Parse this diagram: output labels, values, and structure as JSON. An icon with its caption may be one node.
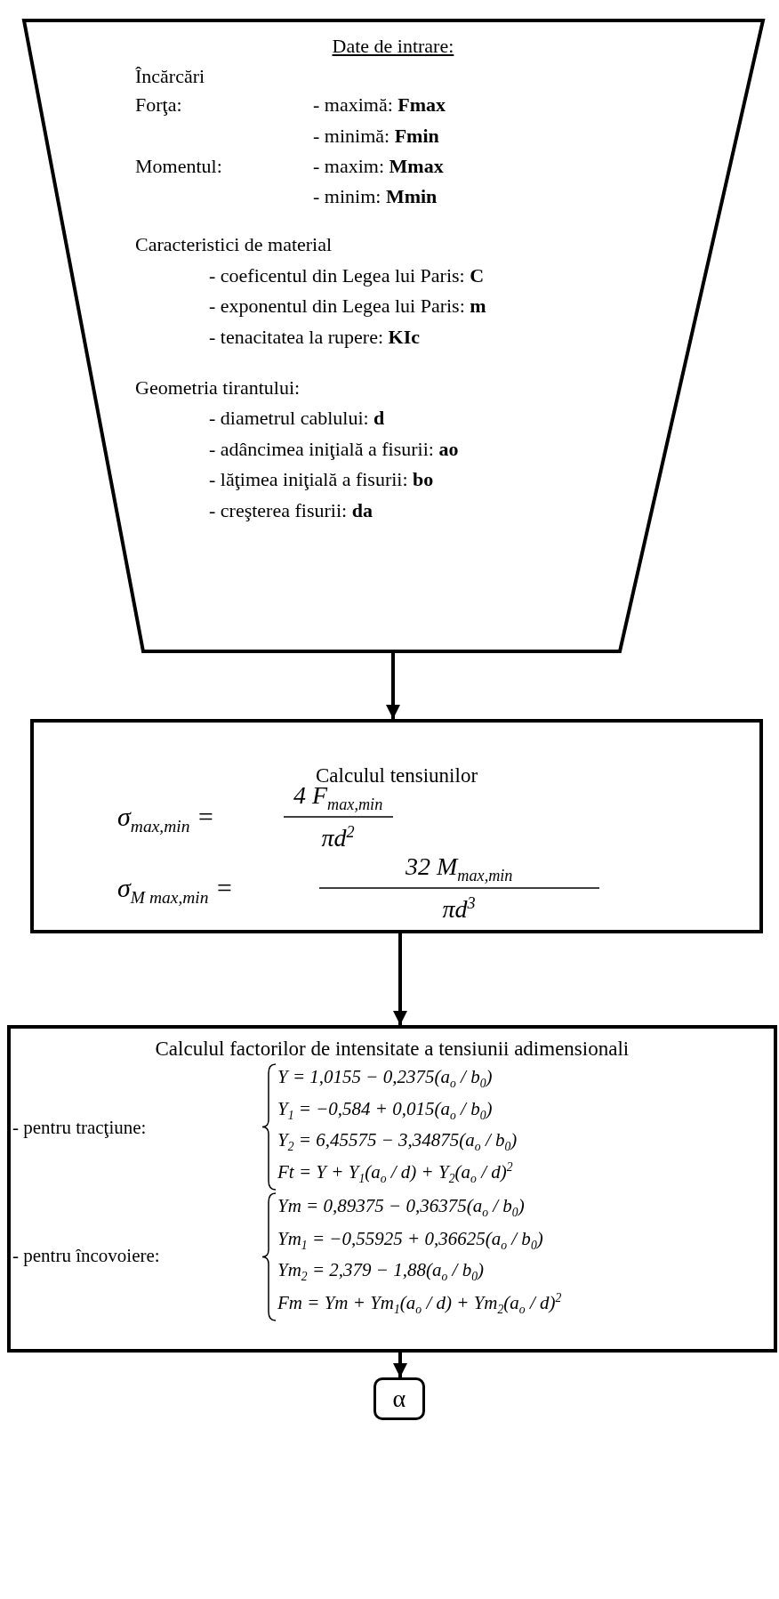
{
  "diagram": {
    "nodes": [
      {
        "text": [
          "Date de intrare:",
          "Încărcări",
          "Forţa:",
          "- maximă: **Fmax**",
          "- minimă:  **Fmin**",
          "Momentul:",
          "- maxim: **Mmax**",
          "- minim: **Mmin**",
          "Caracteristici de material",
          "- coeficentul din Legea lui Paris: **C**",
          "- exponentul din Legea lui Paris: **m**",
          "- tenacitatea la rupere: **KIc**",
          "Geometria tirantului:",
          "- diametrul cablului: **d**",
          "- adâncimea iniţială a fisurii: **ao**",
          "- lăţimea iniţială a fisurii: **bo**",
          "- creşterea fisurii: **da**"
        ]
      },
      {
        "text": [
          "Calculul tensiunilor",
          "σ$_{max,min}$ =",
          "4 F$_{max,min}$",
          "πd$^{2}$",
          "σ$_{M max,min}$ =",
          "32 M$_{max,min}$",
          "πd$^{3}$"
        ]
      },
      {
        "text": [
          "Calculul factorilor de intensitate a tensiunii adimensionali",
          "- pentru tracţiune:",
          "Y = 1,0155 − 0,2375(a$_{o}$ / b$_{0}$)",
          "Y$_{1}$ = −0,584 + 0,015(a$_{o}$ / b$_{0}$)",
          "Y$_{2}$ = 6,45575 − 3,34875(a$_{o}$ / b$_{0}$)",
          "Ft = Y + Y$_{1}$(a$_{o}$ / d) + Y$_{2}$(a$_{o}$ / d)$^{2}$",
          "- pentru încovoiere:",
          "Ym = 0,89375 − 0,36375(a$_{o}$ / b$_{0}$)",
          "Ym$_{1}$ = −0,55925 + 0,36625(a$_{o}$ / b$_{0}$)",
          "Ym$_{2}$ = 2,379 − 1,88(a$_{o}$ / b$_{0}$)",
          "Fm = Ym + Ym$_{1}$(a$_{o}$ / d) + Ym$_{2}$(a$_{o}$ / d)$^{2}$"
        ]
      },
      {
        "text": [
          "α"
        ]
      }
    ],
    "edges": [
      {
        "from": 0,
        "to": 1,
        "arrow": "to"
      },
      {
        "from": 1,
        "to": 2,
        "arrow": "to"
      },
      {
        "from": 2,
        "to": 3,
        "arrow": "to"
      }
    ]
  }
}
